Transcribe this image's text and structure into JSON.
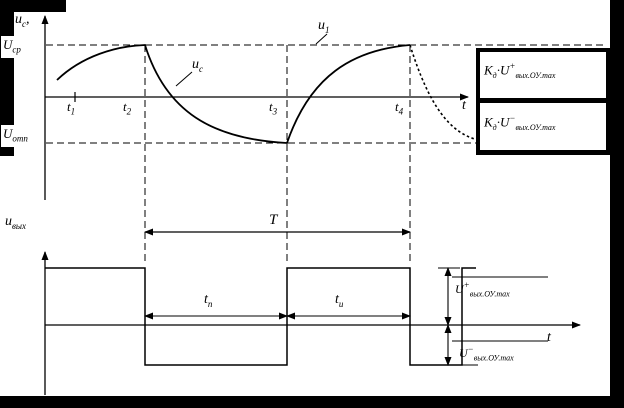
{
  "colors": {
    "background": "#000000",
    "paper": "#ffffff",
    "ink": "#000000"
  },
  "top_graph": {
    "axis_label": {
      "base": "u",
      "sub": "c",
      "tail": ","
    },
    "upper_threshold": {
      "base": "U",
      "sub": "ср"
    },
    "lower_threshold": {
      "base": "U",
      "sub": "отп"
    },
    "curve_label": {
      "base": "u",
      "sub": "c"
    },
    "wave_label": {
      "base": "u",
      "sub": "1"
    },
    "time_axis_label": "t",
    "time_marks": [
      {
        "base": "t",
        "sub": "1"
      },
      {
        "base": "t",
        "sub": "2"
      },
      {
        "base": "t",
        "sub": "3"
      },
      {
        "base": "t",
        "sub": "4"
      }
    ],
    "right_labels": [
      {
        "coef": "K",
        "coef_sub": "д",
        "dot": "·",
        "u": "U",
        "sign": "+",
        "u_sub": "вых.ОУ.max"
      },
      {
        "coef": "K",
        "coef_sub": "д",
        "dot": "·",
        "u": "U",
        "sign": "−",
        "u_sub": "вых.ОУ.max"
      }
    ]
  },
  "period": {
    "label": "T"
  },
  "bottom_graph": {
    "axis_label": {
      "base": "u",
      "sub": "вых"
    },
    "time_axis_label": "t",
    "pause_label": {
      "base": "t",
      "sub": "п"
    },
    "pulse_label": {
      "base": "t",
      "sub": "и"
    },
    "amplitude_labels": [
      {
        "u": "U",
        "sign": "+",
        "sub": "вых.ОУ.max"
      },
      {
        "u": "U",
        "sign": "−",
        "sub": "вых.ОУ.max"
      }
    ]
  },
  "diagram_data": {
    "type": "timing-diagram",
    "panels": [
      {
        "y_axis": "uc",
        "x_axis": "t",
        "levels": [
          "Uср",
          "Uотп"
        ],
        "events": [
          "t1",
          "t2",
          "t3",
          "t4"
        ],
        "traces": [
          {
            "name": "uc",
            "style": "solid exponential",
            "behavior": "rises to Uср at t2, decays to Uотп at t3, rises to Uср at t4, decays after t4 (dotted)"
          },
          {
            "name": "u1",
            "style": "dashed square wave",
            "levels": [
              "Kд·U+вых.ОУ.max",
              "Kд·U−вых.ОУ.max"
            ],
            "transitions": [
              "t2",
              "t3",
              "t4"
            ]
          }
        ]
      },
      {
        "y_axis": "uвых",
        "x_axis": "t",
        "traces": [
          {
            "name": "uвых",
            "style": "solid square wave",
            "levels": [
              "U+вых.ОУ.max",
              "U−вых.ОУ.max"
            ],
            "high_intervals": [
              [
                "start",
                "t2"
              ],
              [
                "t3",
                "t4"
              ]
            ],
            "low_intervals": [
              [
                "t2",
                "t3"
              ],
              [
                "t4",
                "end"
              ]
            ]
          }
        ],
        "annotations": [
          "T spans t2..t4",
          "tп spans t2..t3",
          "tи spans t3..t4"
        ]
      }
    ]
  }
}
